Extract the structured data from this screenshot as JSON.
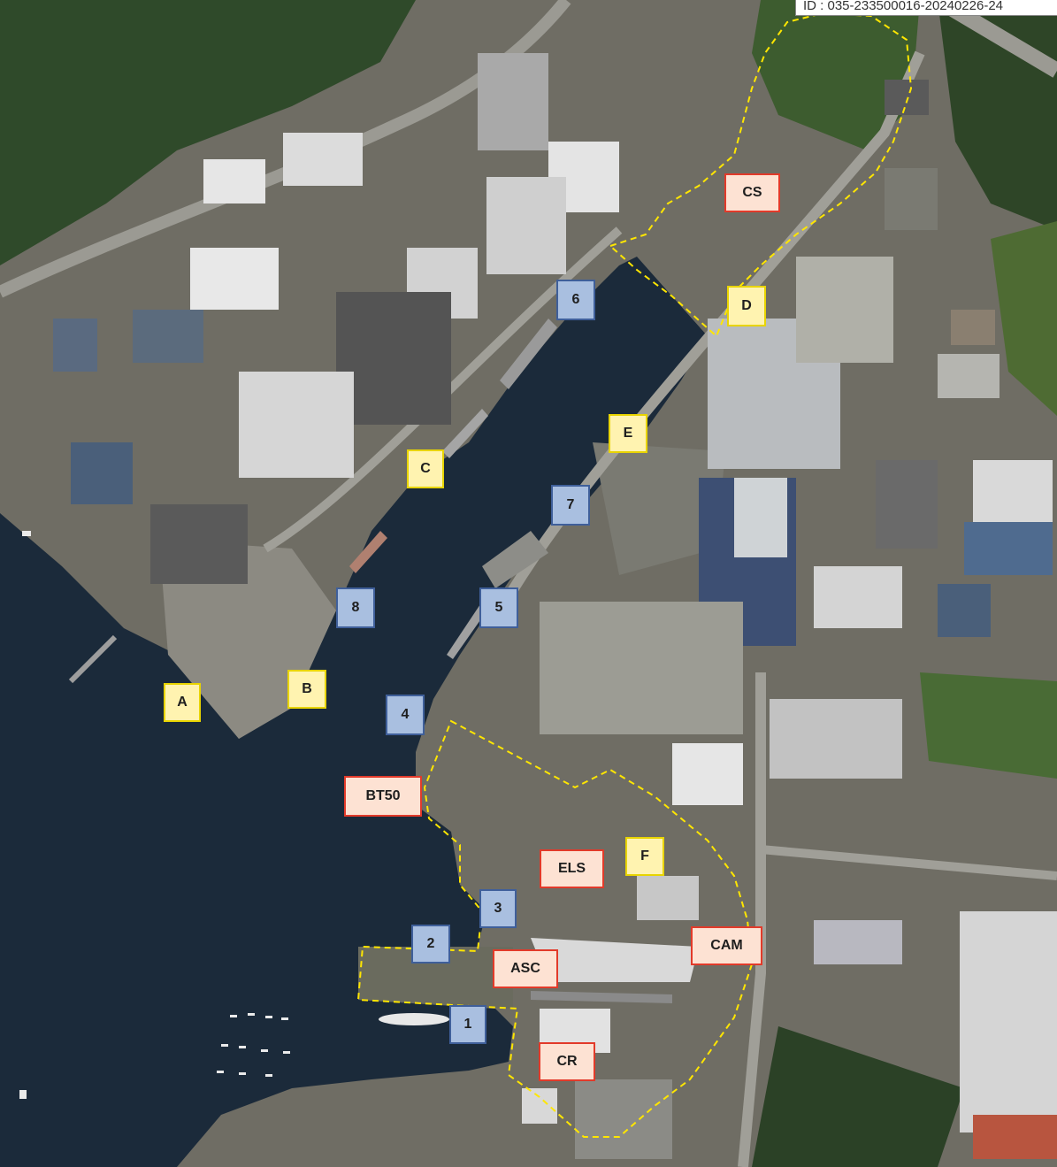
{
  "image_id": "ID : 035-233500016-20240226-24",
  "colors": {
    "zone_outline": "#ffe600",
    "yellow_label_fill": "#fff3b0",
    "yellow_label_border": "#e8d400",
    "blue_label_fill": "#a9bfe0",
    "blue_label_border": "#3f5f9a",
    "red_label_fill": "#fde2d3",
    "red_label_border": "#e23a2a",
    "water": "#1b2a3a"
  },
  "labels": {
    "yellow": [
      "A",
      "B",
      "C",
      "D",
      "E",
      "F"
    ],
    "blue": [
      "1",
      "2",
      "3",
      "4",
      "5",
      "6",
      "7",
      "8"
    ],
    "red": [
      "CS",
      "BT50",
      "ELS",
      "ASC",
      "CAM",
      "CR"
    ]
  }
}
